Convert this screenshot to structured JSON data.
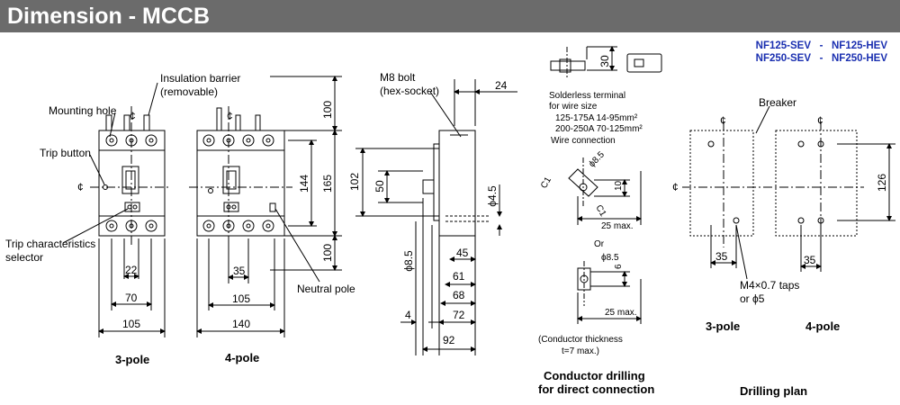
{
  "title": "Dimension - MCCB",
  "models": {
    "line1": "NF125-SEV   -   NF125-HEV",
    "line2": "NF250-SEV   -   NF250-HEV"
  },
  "front": {
    "insulation_barrier": "Insulation barrier",
    "removable": "(removable)",
    "mounting_hole": "Mounting hole",
    "trip_button": "Trip button",
    "trip_char_1": "Trip characteristics",
    "trip_char_2": "selector",
    "neutral_pole": "Neutral pole",
    "cl": "¢",
    "three_pole": "3-pole",
    "four_pole": "4-pole",
    "dims": {
      "d22": "22",
      "d70": "70",
      "d105a": "105",
      "d35": "35",
      "d105b": "105",
      "d140": "140",
      "d100a": "100",
      "d165": "165",
      "d144": "144",
      "d100b": "100"
    }
  },
  "side": {
    "bolt1": "M8 bolt",
    "bolt2": "(hex-socket)",
    "dims": {
      "d24": "24",
      "d102": "102",
      "d50": "50",
      "d45": "45",
      "d61": "61",
      "d68": "68",
      "d72": "72",
      "d92": "92",
      "d4": "4",
      "phi85": "ϕ8.5",
      "phi45": "ϕ4.5"
    }
  },
  "terminal": {
    "d30": "30",
    "t1": "Solderless terminal",
    "t2": "for wire size",
    "t3": "125-175A 14-95mm²",
    "t4": "200-250A 70-125mm²",
    "t5": "Wire connection",
    "or": "Or",
    "phi85a": "ϕ8.5",
    "phi85b": "ϕ8.5",
    "d10": "10",
    "d6": "6",
    "c1a": "C1",
    "c1b": "C1",
    "max1": "25 max.",
    "max2": "25 max.",
    "thick1": "(Conductor thickness",
    "thick2": "t=7 max.)",
    "cap1": "Conductor drilling",
    "cap2": "for direct connection"
  },
  "drilling": {
    "breaker": "Breaker",
    "d126": "126",
    "d35a": "35",
    "d35b": "35",
    "taps1": "M4×0.7 taps",
    "taps2": "or ϕ5",
    "three_pole": "3-pole",
    "four_pole": "4-pole",
    "caption": "Drilling plan"
  }
}
